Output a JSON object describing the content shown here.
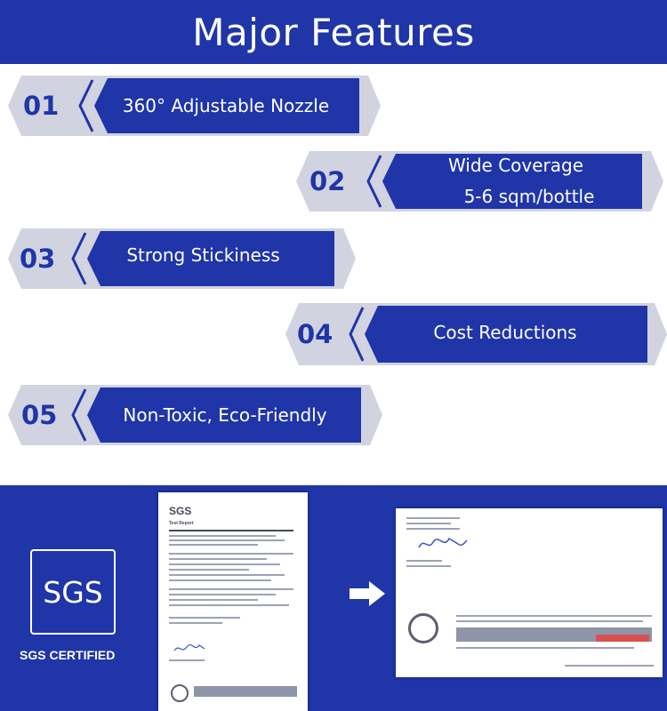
{
  "header": {
    "title": "Major Features"
  },
  "features": [
    {
      "num": "01",
      "lines": [
        "360° Adjustable Nozzle"
      ]
    },
    {
      "num": "02",
      "lines": [
        "Wide Coverage",
        "5-6 sqm/bottle"
      ]
    },
    {
      "num": "03",
      "lines": [
        "Strong Stickiness"
      ]
    },
    {
      "num": "04",
      "lines": [
        "Cost Reductions"
      ]
    },
    {
      "num": "05",
      "lines": [
        "Non-Toxic, Eco-Friendly"
      ]
    }
  ],
  "certification": {
    "logo_text": "SGS",
    "caption": "SGS CERTIFIED",
    "report_logo": "SGS",
    "report_title": "Test Report"
  },
  "colors": {
    "brand_blue": "#1f35a8",
    "grey": "#d1d4e0",
    "white": "#ffffff"
  }
}
